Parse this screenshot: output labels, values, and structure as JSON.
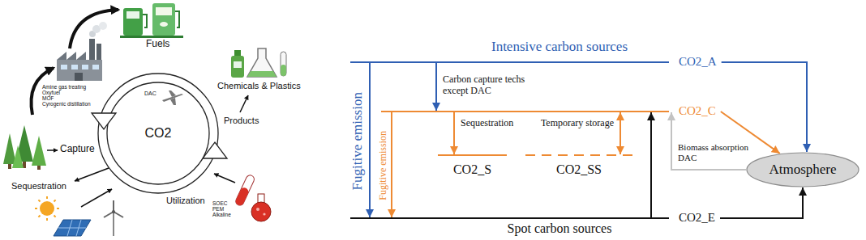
{
  "diagram": {
    "nodes": [
      {
        "text": [
          "Intensive carbon sources",
          "CO2_A"
        ]
      },
      {
        "text": [
          "CO2_C"
        ]
      },
      {
        "text": [
          "CO2_S"
        ]
      },
      {
        "text": [
          "CO2_SS"
        ]
      },
      {
        "text": [
          "Atmosphere"
        ]
      },
      {
        "text": [
          "CO2_E",
          "Spot carbon sources"
        ]
      }
    ],
    "edges": [
      {
        "from": 0,
        "to": 5,
        "arrow": "to",
        "label": "Fugitive emission"
      },
      {
        "from": 1,
        "to": 5,
        "arrow": "to",
        "label": "Fugitive emission"
      },
      {
        "from": 0,
        "to": 1,
        "arrow": "to",
        "label": "Carbon capture techs except DAC"
      },
      {
        "from": 1,
        "to": 2,
        "arrow": "to",
        "label": "Sequestration"
      },
      {
        "from": 1,
        "to": 3,
        "arrow": "both",
        "label": "Temporary storage"
      },
      {
        "from": 5,
        "to": 1,
        "arrow": "to"
      },
      {
        "from": 4,
        "to": 1,
        "arrow": "to",
        "label": "Biomass absorption DAC"
      },
      {
        "from": 0,
        "to": 4,
        "arrow": "to"
      },
      {
        "from": 1,
        "to": 4,
        "arrow": "to"
      },
      {
        "from": 5,
        "to": 4,
        "arrow": "to"
      }
    ],
    "labels": [
      "Fuels",
      "Chemicals & Plastics",
      "Products",
      "DAC",
      "Amine gas treating",
      "Oxyfuel",
      "MOF",
      "Cyrogenic distillation",
      "Capture",
      "CO2",
      "Sequestration",
      "Utilization",
      "SOEC",
      "PEM",
      "Alkaline"
    ]
  }
}
